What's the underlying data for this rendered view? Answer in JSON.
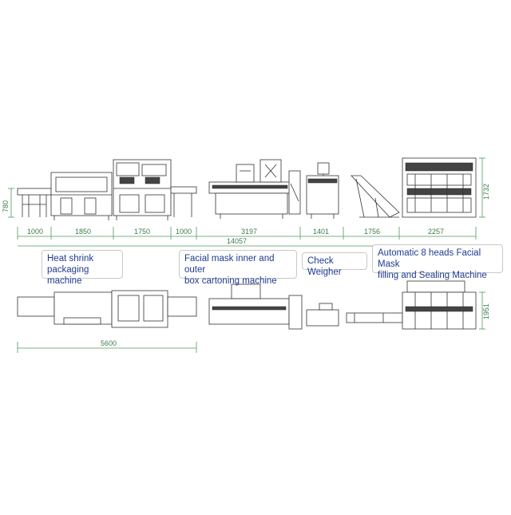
{
  "dimensions_top": {
    "height_left": "780",
    "height_right": "1732",
    "seg1": "1000",
    "seg2": "1850",
    "seg3": "1750",
    "seg4": "1000",
    "seg5": "3197",
    "seg6": "1401",
    "seg7": "1756",
    "seg8": "2257",
    "total": "14057"
  },
  "dimensions_bottom": {
    "length": "5600",
    "height_right": "1951"
  },
  "labels": {
    "heat_shrink": "Heat shrink\npackaging machine",
    "cartoning": "Facial mask inner and outer\nbox cartoning machine",
    "check_weigher": "Check Weigher",
    "filling": "Automatic 8 heads Facial Mask\nfilling and Sealing Machine"
  }
}
